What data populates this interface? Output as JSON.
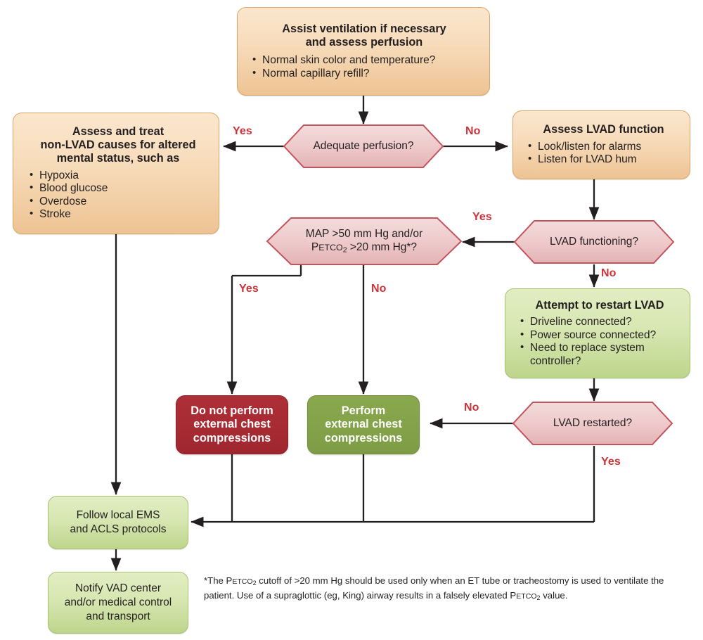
{
  "title": "LVAD cardiac arrest assessment algorithm",
  "colors": {
    "tan_fill": "#f2d5ae",
    "green_fill": "#d2e3a8",
    "green_solid": "#83a249",
    "red_solid": "#a72b33",
    "hex_fill": "#eec7c8",
    "hex_stroke": "#c2545c",
    "label_red": "#cf3339",
    "line": "#231f20"
  },
  "nodes": {
    "assist_ventilation": {
      "title_line1": "Assist ventilation if necessary",
      "title_line2": "and assess perfusion",
      "bullets": [
        "Normal skin color and temperature?",
        "Normal capillary refill?"
      ]
    },
    "assess_non_lvad": {
      "title_line1": "Assess and treat",
      "title_line2": "non-LVAD causes for altered",
      "title_line3": "mental status, such as",
      "bullets": [
        "Hypoxia",
        "Blood glucose",
        "Overdose",
        "Stroke"
      ]
    },
    "assess_lvad_function": {
      "title_line1": "Assess LVAD function",
      "bullets": [
        "Look/listen for alarms",
        "Listen for LVAD hum"
      ]
    },
    "attempt_restart": {
      "title_line1": "Attempt to restart LVAD",
      "bullets": [
        "Driveline connected?",
        "Power source connected?",
        "Need to replace system controller?"
      ]
    },
    "do_not_perform": {
      "line1": "Do not perform",
      "line2": "external chest",
      "line3": "compressions"
    },
    "perform": {
      "line1": "Perform",
      "line2": "external chest",
      "line3": "compressions"
    },
    "follow_protocols": {
      "line1": "Follow local EMS",
      "line2": "and ACLS protocols"
    },
    "notify_vad": {
      "line1": "Notify VAD center",
      "line2": "and/or medical control",
      "line3": "and transport"
    }
  },
  "decisions": {
    "adequate_perfusion": {
      "text": "Adequate perfusion?"
    },
    "lvad_functioning": {
      "text": "LVAD functioning?"
    },
    "lvad_restarted": {
      "text": "LVAD restarted?"
    },
    "map_petco2": {
      "line1": "MAP >50 mm Hg and/or",
      "line2_prefix": "P",
      "line2_smallcaps": "ETCO",
      "line2_sub": "2",
      "line2_rest": " >20 mm Hg*?"
    }
  },
  "edge_labels": {
    "perfusion_yes": "Yes",
    "perfusion_no": "No",
    "functioning_yes": "Yes",
    "functioning_no": "No",
    "map_yes": "Yes",
    "map_no": "No",
    "restarted_no": "No",
    "restarted_yes": "Yes"
  },
  "footnote": {
    "part1": "*The P",
    "part1_sc": "ETCO",
    "part1_sub": "2",
    "part2": " cutoff of >20 mm Hg should be used only when an ET tube or tracheostomy",
    "part3": "is used to ventilate the patient. Use of a supraglottic (eg, King) airway results in a falsely",
    "part4": "elevated P",
    "part4_sc": "ETCO",
    "part4_sub": "2",
    "part5": " value."
  }
}
